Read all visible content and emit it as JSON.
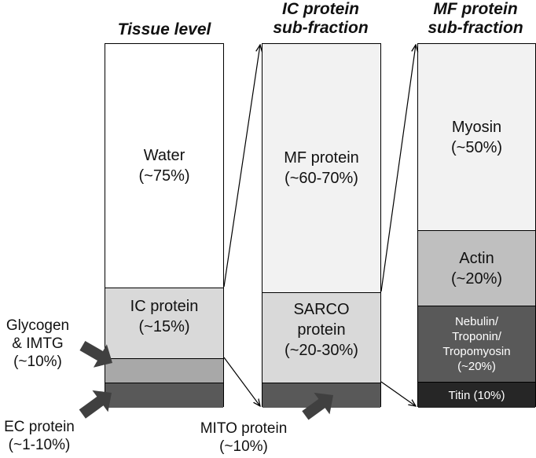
{
  "titles": {
    "tissue": "Tissue level",
    "ic": "IC protein\nsub-fraction",
    "mf": "MF protein\nsub-fraction"
  },
  "tissue": {
    "water": "Water\n(~75%)",
    "ic_protein": "IC protein\n(~15%)",
    "glycogen_fill": "#a8a8a8",
    "ec_fill": "#595959"
  },
  "ic": {
    "mf_protein": "MF protein\n(~60-70%)",
    "sarco": "SARCO\nprotein\n(~20-30%)",
    "mito_fill": "#595959"
  },
  "mf": {
    "myosin": "Myosin\n(~50%)",
    "actin": "Actin\n(~20%)",
    "nebulin": "Nebulin/\nTroponin/\nTropomyosin\n(~20%)",
    "titin": "Titin (10%)"
  },
  "side_labels": {
    "glycogen": "Glycogen\n& IMTG\n(~10%)",
    "ec": "EC protein\n(~1-10%)",
    "mito": "MITO protein\n(~10%)"
  },
  "colors": {
    "white": "#ffffff",
    "very_light": "#f2f2f2",
    "light": "#d9d9d9",
    "mid": "#bfbfbf",
    "dark": "#595959",
    "darker": "#262626",
    "arrow": "#404040"
  }
}
